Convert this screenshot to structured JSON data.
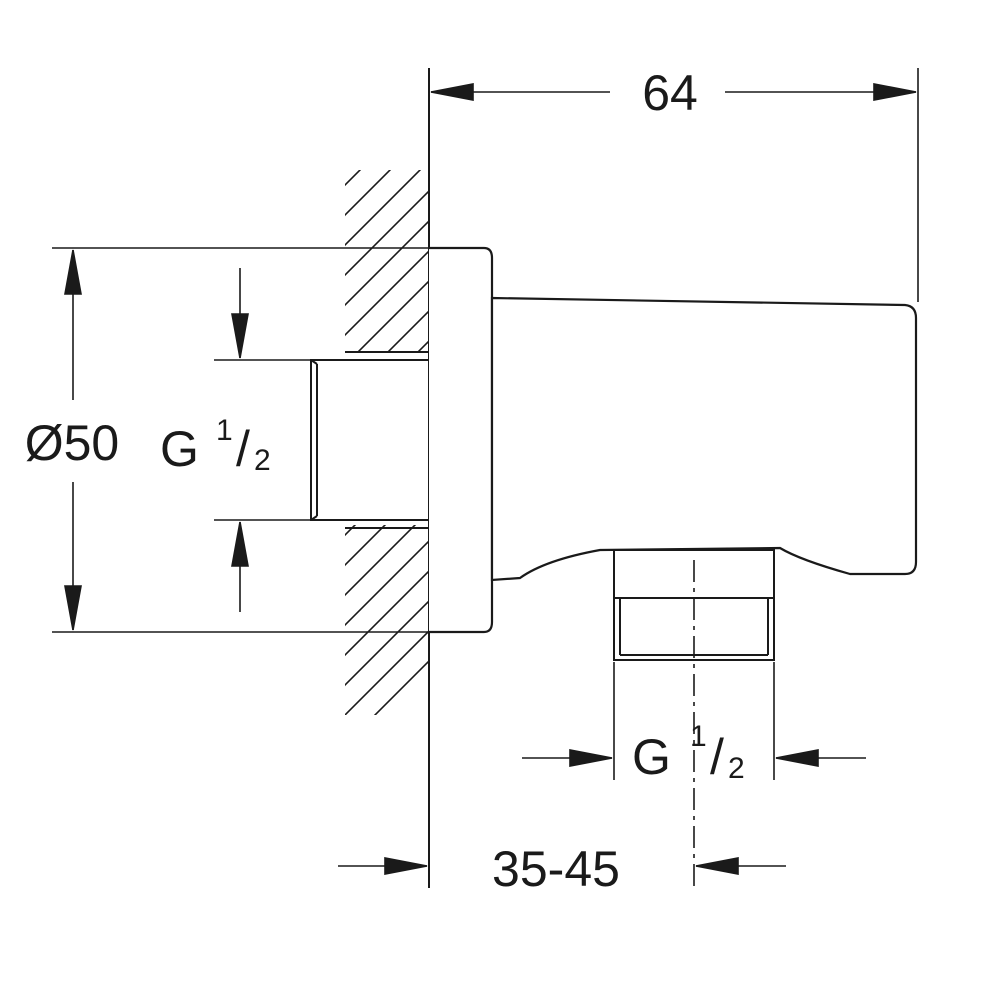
{
  "dimensions": {
    "width_top": "64",
    "diameter": "Ø50",
    "thread_inlet": {
      "letter": "G",
      "numerator": "1",
      "slash": "/",
      "denominator": "2"
    },
    "thread_outlet": {
      "letter": "G",
      "numerator": "1",
      "slash": "/",
      "denominator": "2"
    },
    "projection": "35-45"
  },
  "colors": {
    "line": "#1a1a1a",
    "background": "#ffffff"
  }
}
